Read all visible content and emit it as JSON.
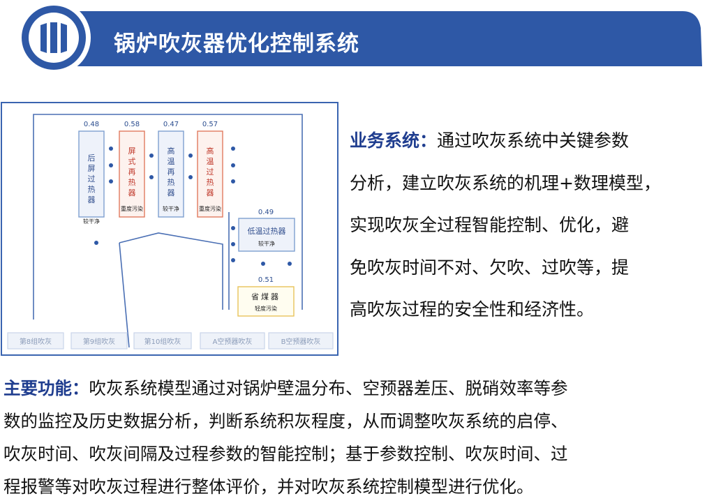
{
  "header": {
    "title": "锅炉吹灰器优化控制系统",
    "logo_icon": "bars-logo-icon",
    "colors": {
      "bar": "#2e58a6",
      "ring": "#2e58a6",
      "logo_fill": "#ffffff"
    }
  },
  "diagram": {
    "heaters": [
      {
        "value": "0.48",
        "name": "后屏过热器",
        "status": "较干净",
        "color": "#7e9fd0"
      },
      {
        "value": "0.58",
        "name": "屏式再热器",
        "status": "重度污染",
        "color": "#e07a5f"
      },
      {
        "value": "0.47",
        "name": "高温再热器",
        "status": "较干净",
        "color": "#7e9fd0"
      },
      {
        "value": "0.57",
        "name": "高温过热器",
        "status": "重度污染",
        "color": "#e07a5f"
      }
    ],
    "low_temp": {
      "value": "0.49",
      "name": "低温过热器",
      "status": "较干净"
    },
    "economizer": {
      "value": "0.51",
      "name": "省煤器",
      "status": "轻度污染"
    },
    "groups": [
      "第8组吹灰",
      "第9组吹灰",
      "第10组吹灰",
      "A空预器吹灰",
      "B空预器吹灰"
    ]
  },
  "business": {
    "label": "业务系统：",
    "lines": [
      "通过吹灰系统中关键参数",
      "分析，建立吹灰系统的机理+数理模型，",
      "实现吹灰全过程智能控制、优化，避",
      "免吹灰时间不对、欠吹、过吹等，提",
      "高吹灰过程的安全性和经济性。"
    ]
  },
  "functions": {
    "label": "主要功能：",
    "lines": [
      "吹灰系统模型通过对锅炉壁温分布、空预器差压、脱硝效率等参",
      "数的监控及历史数据分析，判断系统积灰程度，从而调整吹灰系统的启停、",
      "吹灰时间、吹灰间隔及过程参数的智能控制；基于参数控制、吹灰时间、过",
      "程报警等对吹灰过程进行整体评价，并对吹灰系统控制模型进行优化。"
    ]
  }
}
